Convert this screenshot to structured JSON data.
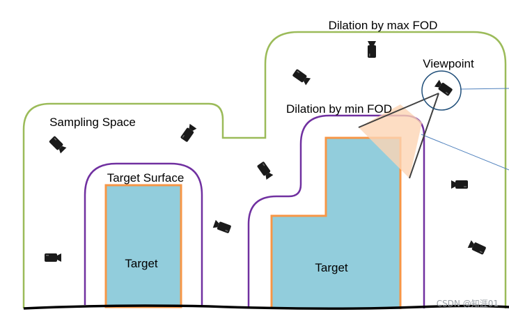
{
  "labels": {
    "dilation_max": "Dilation by max FOD",
    "viewpoint": "Viewpoint",
    "dilation_min": "Dilation by min FOD",
    "sampling_space": "Sampling Space",
    "target_surface": "Target Surface",
    "target_left": "Target",
    "target_right": "Target"
  },
  "watermark": "CSDN @知涯01",
  "colors": {
    "sampling_space_outline": "#9bbb59",
    "dilation_min_outline": "#7030a0",
    "target_fill": "#92cddc",
    "target_surface_outline": "#f79646",
    "fov_cone": "#fcd5b4",
    "viewpoint_circle": "#1f4e79",
    "viewpoint_rays": "#4f81bd",
    "camera_icon": "#1a1a1a",
    "ground": "#000000"
  },
  "icons": [
    "camera-icon",
    "camera-icon",
    "camera-icon",
    "camera-icon",
    "camera-icon",
    "camera-icon",
    "camera-icon",
    "camera-icon",
    "camera-icon",
    "camera-icon"
  ]
}
